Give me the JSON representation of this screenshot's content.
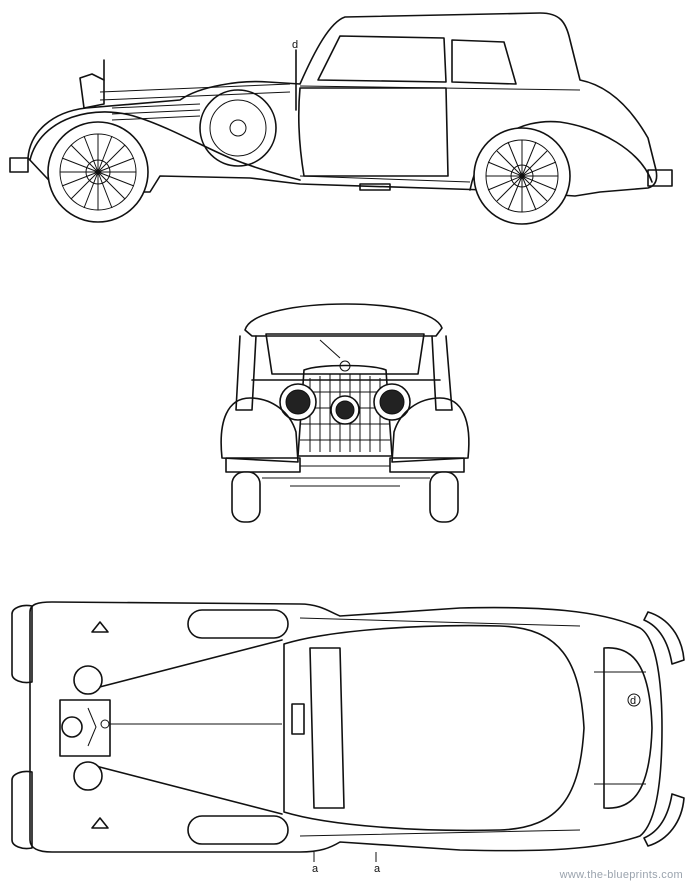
{
  "labels": {
    "side_marker": "d",
    "top_marker_left": "a",
    "top_marker_right": "a",
    "top_marker_trunk": "d"
  },
  "watermark": "www.the-blueprints.com",
  "colors": {
    "line": "#111111",
    "background": "#ffffff",
    "watermark": "#9aa3ad"
  }
}
